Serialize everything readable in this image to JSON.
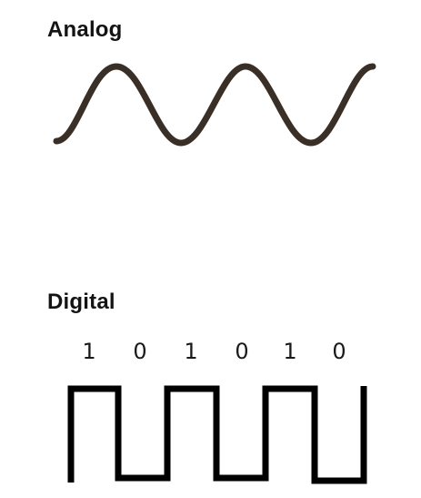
{
  "analog": {
    "title": "Analog",
    "color": "#3a2f26"
  },
  "digital": {
    "title": "Digital",
    "bits": [
      "1",
      "0",
      "1",
      "0",
      "1",
      "0"
    ],
    "color": "#000000"
  }
}
